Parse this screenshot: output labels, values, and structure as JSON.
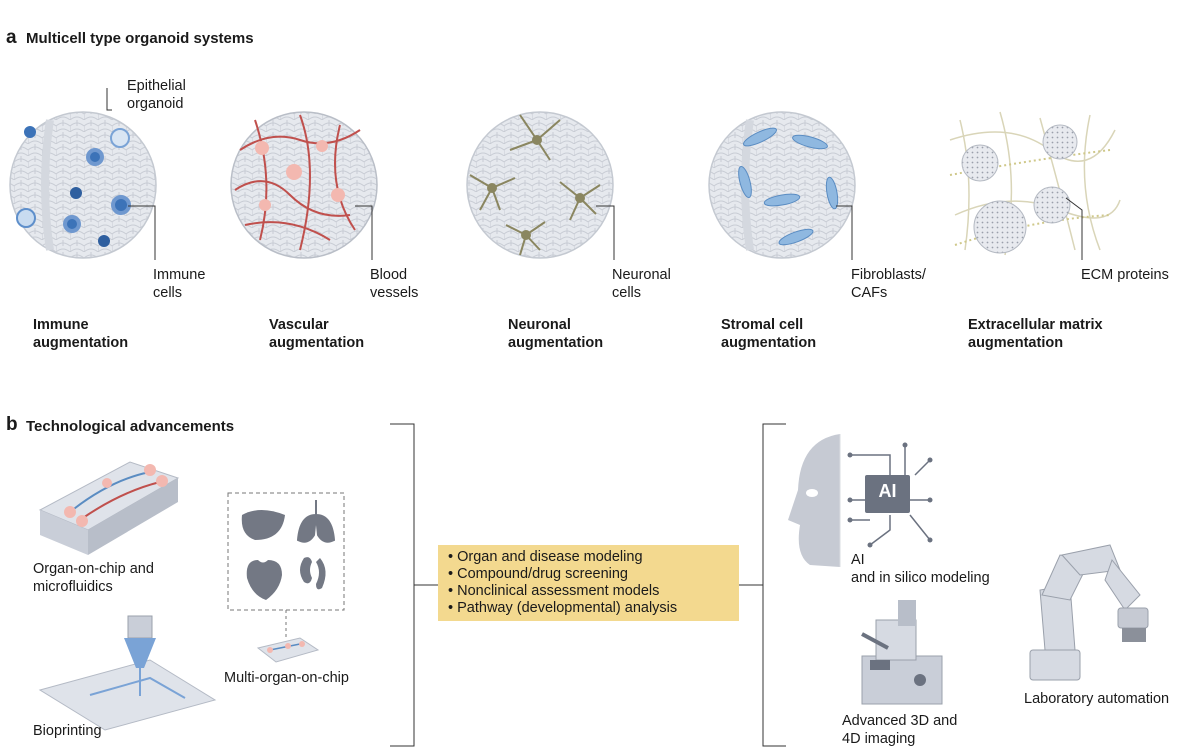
{
  "panel_a": {
    "letter": "a",
    "title": "Multicell type organoid systems",
    "epithelial_callout": [
      "Epithelial",
      "organoid"
    ],
    "items": [
      {
        "callout": [
          "Immune",
          "cells"
        ],
        "caption": [
          "Immune",
          "augmentation"
        ]
      },
      {
        "callout": [
          "Blood",
          "vessels"
        ],
        "caption": [
          "Vascular",
          "augmentation"
        ]
      },
      {
        "callout": [
          "Neuronal",
          "cells"
        ],
        "caption": [
          "Neuronal",
          "augmentation"
        ]
      },
      {
        "callout": [
          "Fibroblasts/",
          "CAFs"
        ],
        "caption": [
          "Stromal cell",
          "augmentation"
        ]
      },
      {
        "callout": [
          "ECM proteins"
        ],
        "caption": [
          "Extracellular matrix",
          "augmentation"
        ]
      }
    ]
  },
  "panel_b": {
    "letter": "b",
    "title": "Technological advancements",
    "left": {
      "organ_chip": [
        "Organ-on-chip and",
        "microfluidics"
      ],
      "bioprinting": "Bioprinting",
      "multi_organ": "Multi-organ-on-chip"
    },
    "center_bullets": [
      "Organ and disease modeling",
      "Compound/drug screening",
      "Nonclinical assessment models",
      "Pathway (developmental) analysis"
    ],
    "right": {
      "ai_chip_text": "AI",
      "ai_label": [
        "AI",
        "and in silico modeling"
      ],
      "imaging": [
        "Advanced 3D and",
        "4D imaging"
      ],
      "automation": "Laboratory automation"
    }
  },
  "colors": {
    "accent_box": "#f3d98f",
    "organoid_fill": "#e4e8ee",
    "immune_blue": "#3c73b8",
    "vessel_red": "#c0504d",
    "neuron_olive": "#8a8660",
    "fibroblast_blue": "#8fb8e0"
  },
  "icons": [
    "organoid-sphere-icon",
    "immune-cell-icon",
    "blood-vessel-icon",
    "neuron-icon",
    "fibroblast-icon",
    "ecm-fiber-icon",
    "organ-chip-icon",
    "bioprinter-icon",
    "liver-icon",
    "lung-icon",
    "heart-icon",
    "kidney-icon",
    "ai-head-icon",
    "microchip-icon",
    "microscope-icon",
    "robot-arm-icon"
  ]
}
